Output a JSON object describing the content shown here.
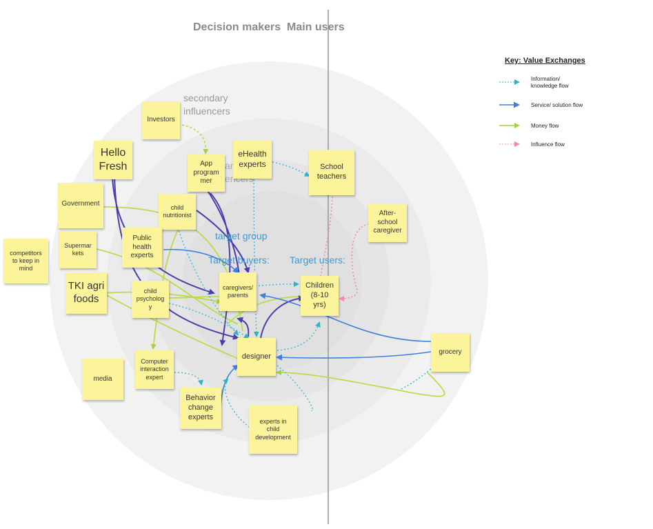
{
  "header": {
    "left": "Decision makers",
    "right": "Main users"
  },
  "rings": {
    "secondary": "secondary\ninfluencers",
    "primary_partial": "ar\nencers",
    "target_group": "target group",
    "target_buyers": "Target buyers:",
    "target_users": "Target users:"
  },
  "notes": {
    "investors": "Investors",
    "hello_fresh": "Hello\nFresh",
    "app_programmer": "App\nprogram\nmer",
    "ehealth_experts": "eHealth\nexperts",
    "school_teachers": "School\nteachers",
    "government": "Government",
    "child_nutritionist": "child\nnutritionist",
    "after_school": "After-\nschool\ncaregiver",
    "competitors": "competitors\nto keep in\nmind",
    "supermarkets": "Supermar\nkets",
    "public_health": "Public\nhealth\nexperts",
    "tki_agri": "TKI agri\nfoods",
    "child_psychology": "child\npsycholog\ny",
    "caregivers": "caregivers/\nparents",
    "children": "Children\n(8-10\nyrs)",
    "designer": "designer",
    "grocery": "grocery",
    "media": "media",
    "computer_interaction": "Computer\ninteraction\nexpert",
    "behavior_change": "Behavior\nchange\nexperts",
    "experts_child_dev": "experts in\nchild\ndevelopment"
  },
  "key": {
    "title": "Key: Value Exchanges",
    "items": [
      {
        "label": "Information/\nknowledge flow",
        "color": "#4fc3d9"
      },
      {
        "label": "Service/ solution flow",
        "color": "#3f7fd9"
      },
      {
        "label": "Money flow",
        "color": "#9fd13b"
      },
      {
        "label": "Influence flow",
        "color": "#f0a0b8"
      }
    ]
  },
  "colors": {
    "info": "#4fc3d9",
    "service": "#3f7fd9",
    "service_dark": "#4a3fa8",
    "money": "#b5db45",
    "influence": "#f08aa8",
    "note": "#fbf49b"
  }
}
